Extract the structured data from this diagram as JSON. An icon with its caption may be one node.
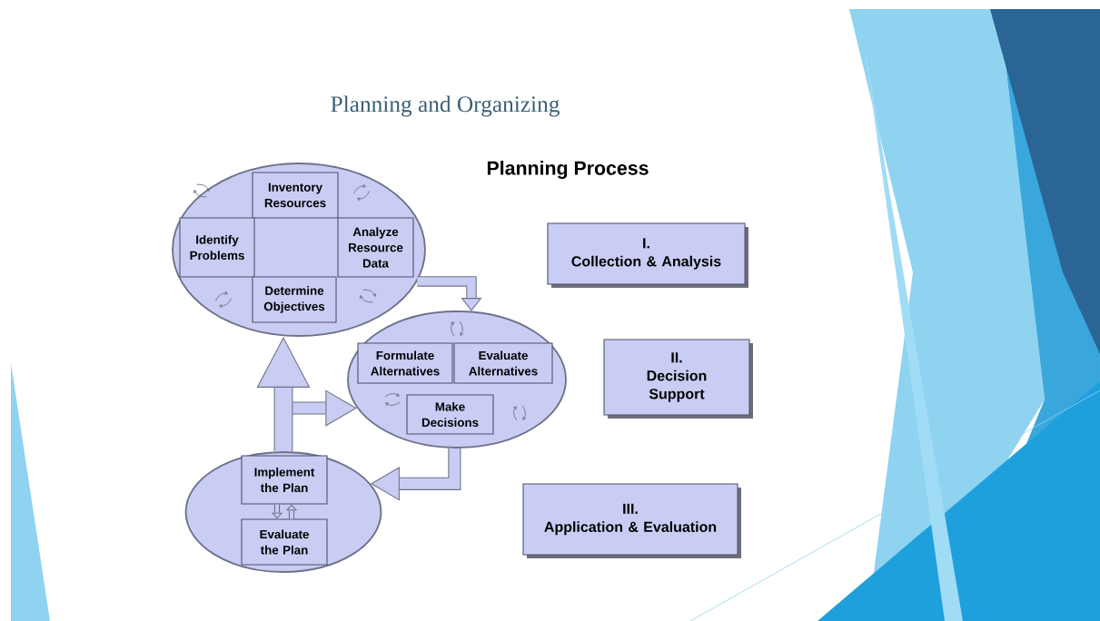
{
  "diagram": {
    "title": "Planning and Organizing",
    "nodes": [
      {
        "text": [],
        "shape": "ellipse"
      },
      {
        "text": [
          "Inventory Resources"
        ],
        "in": 0
      },
      {
        "text": [
          "Identify Problems"
        ],
        "in": 0
      },
      {
        "text": [
          "Analyze Resource Data"
        ],
        "in": 0
      },
      {
        "text": [
          "Determine Objectives"
        ],
        "in": 0
      },
      {
        "text": [],
        "shape": "ellipse"
      },
      {
        "text": [
          "Formulate Alternatives"
        ],
        "in": 5
      },
      {
        "text": [
          "Evaluate Alternatives"
        ],
        "in": 5
      },
      {
        "text": [
          "Make Decisions"
        ],
        "in": 5
      },
      {
        "text": [],
        "shape": "ellipse"
      },
      {
        "text": [
          "Implement the Plan"
        ],
        "in": 9
      },
      {
        "text": [
          "Evaluate the Plan"
        ],
        "in": 9
      },
      {
        "text": [
          "I.",
          "Collection & Analysis"
        ]
      },
      {
        "text": [
          "II.",
          "Decision Support"
        ]
      },
      {
        "text": [
          "III.",
          "Application & Evaluation"
        ]
      }
    ],
    "edges": [
      {
        "from": 0,
        "to": 5,
        "arrow": "to"
      },
      {
        "from": 5,
        "to": 9,
        "arrow": "to"
      },
      {
        "from": 9,
        "to": 5,
        "arrow": "to"
      },
      {
        "from": 9,
        "to": 0,
        "arrow": "to",
        "style": "thick"
      },
      {
        "from": 10,
        "to": 11,
        "arrow": "to"
      },
      {
        "from": 11,
        "to": 10,
        "arrow": "to"
      }
    ],
    "labels": [
      "Planning Process"
    ]
  }
}
